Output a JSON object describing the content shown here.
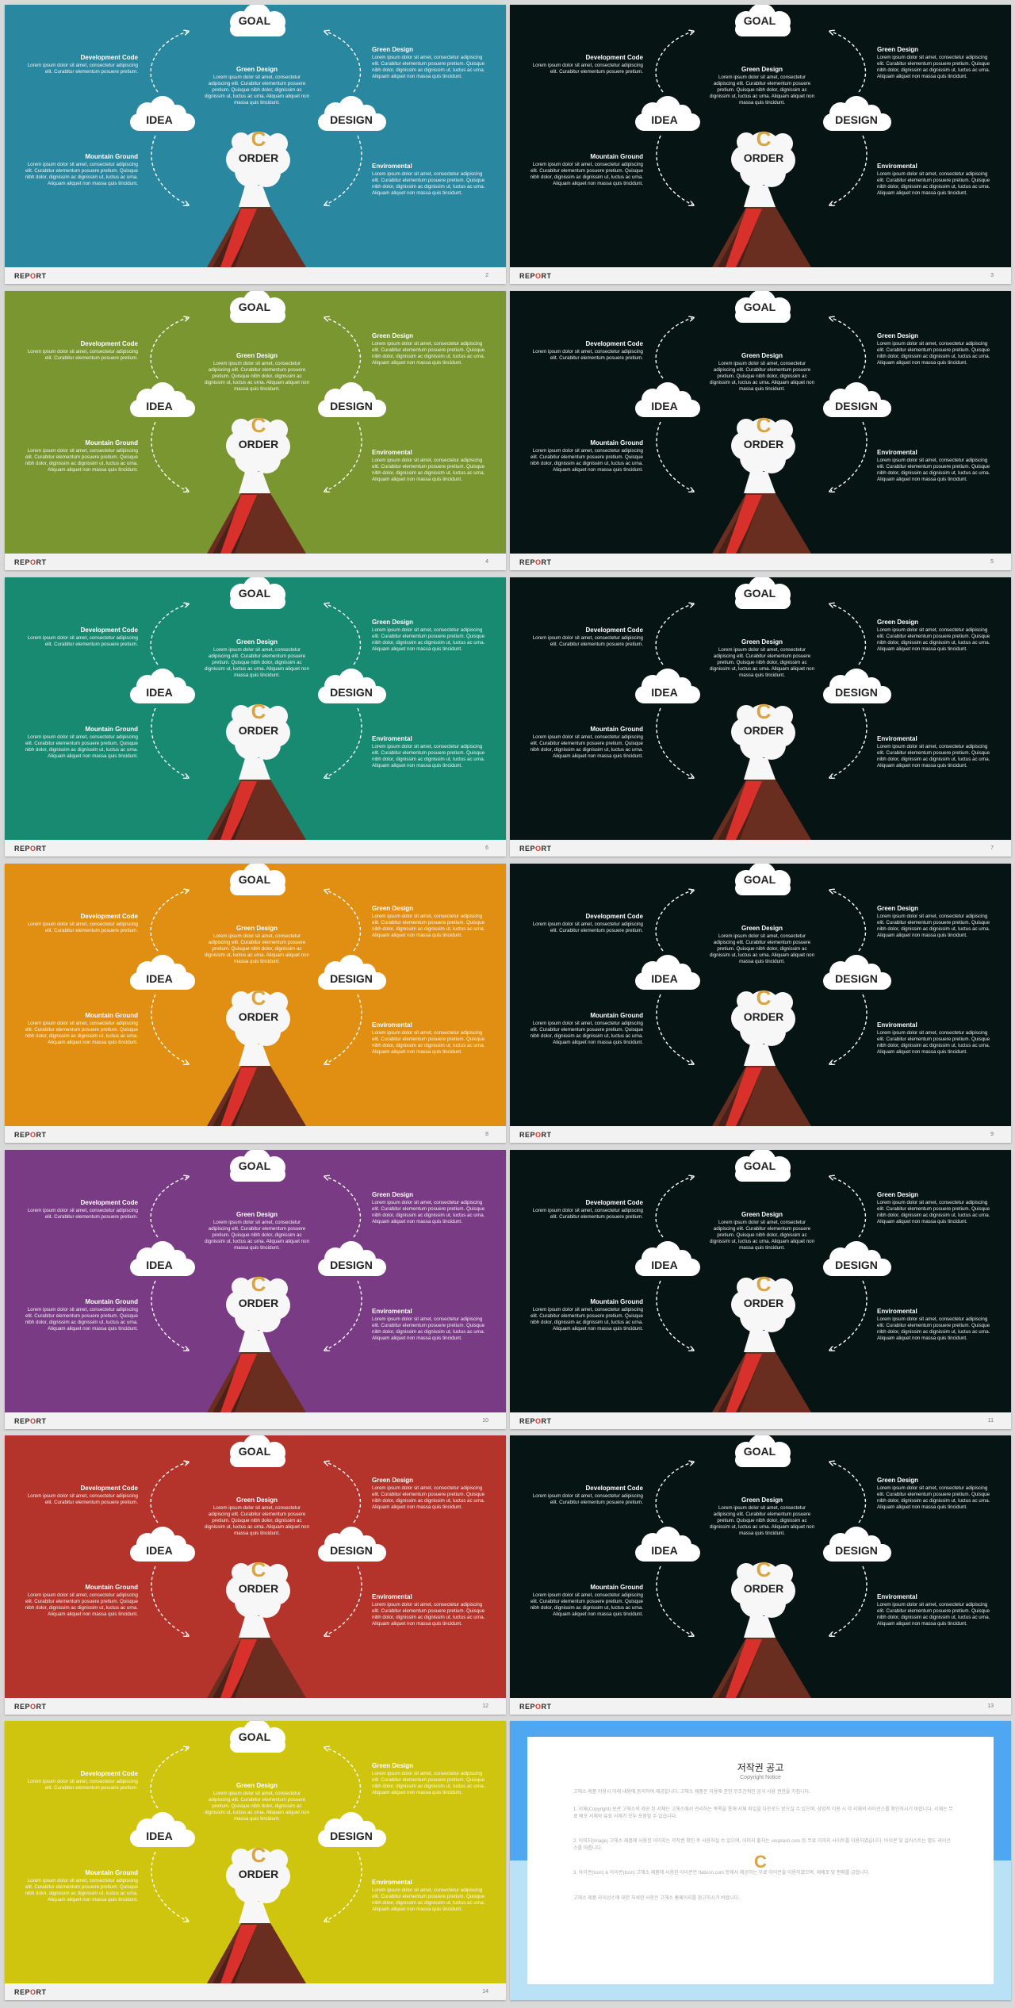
{
  "brand": {
    "pre": "REP",
    "accent": "O",
    "post": "RT"
  },
  "labels": {
    "goal": "GOAL",
    "idea": "IDEA",
    "design": "DESIGN",
    "order": "ORDER"
  },
  "texts": {
    "dev": {
      "title": "Development Code",
      "body": "Lorem ipsum dolor sit amet, consectetur adipiscing elit. Curabitur elementum posuere pretium."
    },
    "green_center": {
      "title": "Green Design",
      "body": "Lorem ipsum dolor sit amet, consectetur adipiscing elit. Curabitur elementum posuere pretium. Quisque nibh dolor, dignissim ac dignissim ut, luctus ac urna. Aliquam aliquet non massa quis tincidunt."
    },
    "green_right": {
      "title": "Green Design",
      "body": "Lorem ipsum dolor sit amet, consectetur adipiscing elit. Curabitur elementum posuere pretium. Quisque nibh dolor, dignissim ac dignissim ut, luctus ac urna. Aliquam aliquet non massa quis tincidunt."
    },
    "mountain": {
      "title": "Mountain Ground",
      "body": "Lorem ipsum dolor sit amet, consectetur adipiscing elit. Curabitur elementum posuere pretium. Quisque nibh dolor, dignissim ac dignissim ut, luctus ac urna. Aliquam aliquet non massa quis tincidunt."
    },
    "env": {
      "title": "Enviromental",
      "body": "Lorem ipsum dolor sit amet, consectetur adipiscing elit. Curabitur elementum posuere pretium. Quisque nibh dolor, dignissim ac dignissim ut, luctus ac urna. Aliquam aliquet non massa quis tincidunt."
    }
  },
  "slides": [
    {
      "page": "2",
      "bg": "#2a87a0"
    },
    {
      "page": "3",
      "bg": "#071414"
    },
    {
      "page": "4",
      "bg": "#7a9630"
    },
    {
      "page": "5",
      "bg": "#071414"
    },
    {
      "page": "6",
      "bg": "#188a72"
    },
    {
      "page": "7",
      "bg": "#071414"
    },
    {
      "page": "8",
      "bg": "#e08f12"
    },
    {
      "page": "9",
      "bg": "#071414"
    },
    {
      "page": "10",
      "bg": "#7a3b85"
    },
    {
      "page": "11",
      "bg": "#071414"
    },
    {
      "page": "12",
      "bg": "#b4342b"
    },
    {
      "page": "13",
      "bg": "#071414"
    },
    {
      "page": "14",
      "bg": "#cfc40e"
    }
  ],
  "copyright": {
    "title": "저작권 공고",
    "subtitle": "Copyright Notice",
    "p0": "고헤소 제품 이용시 아래 내용에 동의하여 제공합니다. 고헤소 제품은 이용에 관한 무조건적인 공식 사용 권한을 가집니다.",
    "p1": "1. 서체(Copyright) 보관 고헤소의 제공 된 서체는 고헤소에서 관리하는 목록을 통해 서체 파일을 다운로드 받으실 수 있으며, 상업적 이용 시 각 서체의 라이선스를 확인하시기 바랍니다. 서체는 무료 배포 서체와 유료 서체가 모두 포함될 수 있습니다.",
    "p2": "2. 이미지(Image) 고헤소 제품에 사용된 이미지는 저작권 확인 후 사용하실 수 있으며, 이미지 출처는 unsplash.com 등 무료 이미지 사이트를 이용하였습니다. 아이콘 및 일러스트는 별도 라이선스를 따릅니다.",
    "p3": "3. 아이콘(Icon) & 아이콘(Icon) 고헤소 제품에 사용된 아이콘은 flaticon.com 등에서 제공하는 무료 아이콘을 이용하였으며, 재배포 및 판매를 금합니다.",
    "p4": "고헤소 제품 라이선스에 대한 자세한 사항은 고헤소 홈페이지를 참고하시기 바랍니다."
  }
}
